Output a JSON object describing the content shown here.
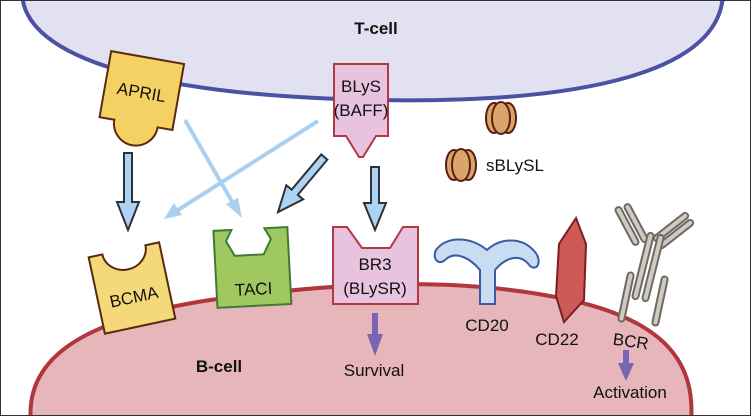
{
  "diagram": {
    "cells": {
      "t_cell": {
        "label": "T-cell",
        "fill": "#e2e1f1",
        "stroke": "#4b52a3"
      },
      "b_cell": {
        "label": "B-cell",
        "fill": "#e6b6ba",
        "stroke": "#b1373d"
      }
    },
    "ligands": {
      "april": {
        "label": "APRIL",
        "fill": "#f4d162",
        "stroke": "#5a2a10"
      },
      "blys": {
        "label_line1": "BLyS",
        "label_line2": "(BAFF)",
        "fill": "#e8c3df",
        "stroke": "#b13a42"
      },
      "sblys": {
        "label": "sBLySL",
        "fill": "#d9a56a",
        "stroke": "#5a1e10"
      }
    },
    "receptors": {
      "bcma": {
        "label": "BCMA",
        "fill": "#f4d87a",
        "stroke": "#5a2a10"
      },
      "taci": {
        "label": "TACI",
        "fill": "#9fc860",
        "stroke": "#3f7a35"
      },
      "br3": {
        "label_line1": "BR3",
        "label_line2": "(BLySR)",
        "fill": "#e8c3df",
        "stroke": "#b13a42"
      },
      "cd20": {
        "label": "CD20",
        "fill": "#c8dcf2",
        "stroke": "#3d5aa8"
      },
      "cd22": {
        "label": "CD22",
        "fill": "#cd5a57",
        "stroke": "#7a1f22"
      },
      "bcr": {
        "label": "BCR",
        "fill": "#cfcbc2",
        "stroke": "#6e6a62"
      }
    },
    "outcomes": {
      "survival": "Survival",
      "activation": "Activation"
    },
    "arrow_colors": {
      "primary_fill": "#aed3f2",
      "primary_stroke": "#2c3338",
      "secondary": "#a9d0f0",
      "outcome": "#7b64b3"
    },
    "interactions": [
      {
        "from": "APRIL",
        "to": "BCMA",
        "style": "primary"
      },
      {
        "from": "APRIL",
        "to": "TACI",
        "style": "secondary"
      },
      {
        "from": "BLyS",
        "to": "BCMA",
        "style": "secondary"
      },
      {
        "from": "BLyS",
        "to": "TACI",
        "style": "primary"
      },
      {
        "from": "BLyS",
        "to": "BR3",
        "style": "primary"
      },
      {
        "from": "BR3",
        "to": "Survival",
        "style": "outcome"
      },
      {
        "from": "BCR",
        "to": "Activation",
        "style": "outcome"
      }
    ]
  }
}
